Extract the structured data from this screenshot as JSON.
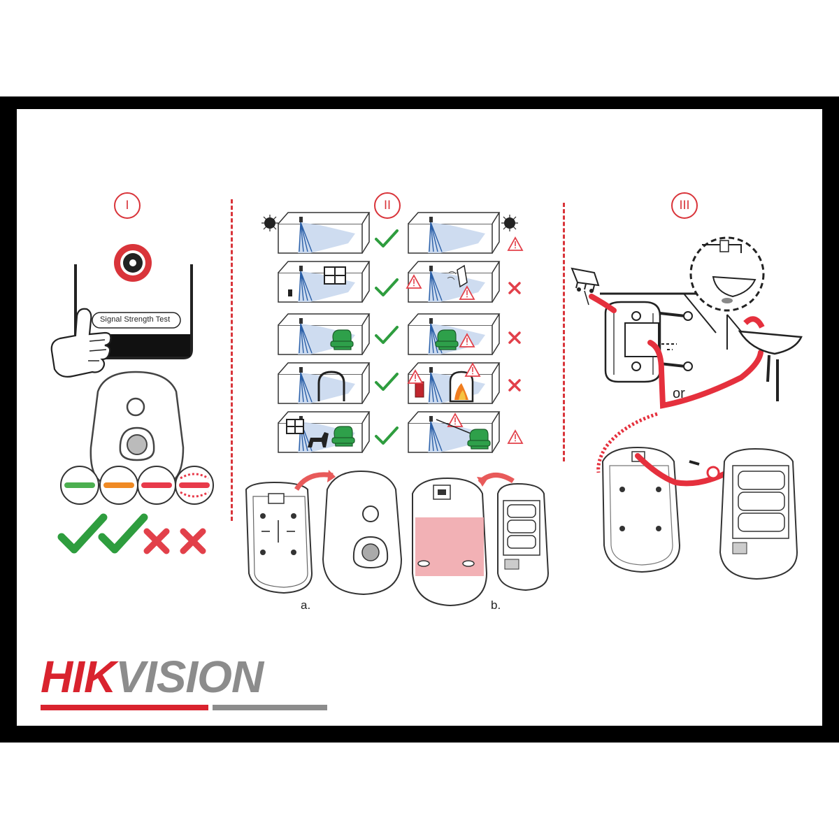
{
  "sections": [
    {
      "number": "I"
    },
    {
      "number": "II"
    },
    {
      "number": "III"
    }
  ],
  "section1": {
    "button_label": "Signal Strength Test",
    "signal_levels": [
      {
        "level": "good",
        "color": "#4caf50",
        "result": "ok"
      },
      {
        "level": "medium",
        "color": "#f08a24",
        "result": "ok"
      },
      {
        "level": "weak",
        "color": "#e83a4a",
        "result": "bad"
      },
      {
        "level": "none",
        "color": "#e83a4a",
        "result": "bad"
      }
    ]
  },
  "section2": {
    "placement_rows": [
      {
        "left": "sunlight",
        "left_result": "ok",
        "right": "sunlight-facing",
        "right_result": "warning"
      },
      {
        "left": "window",
        "left_result": "ok",
        "right": "air-vent",
        "right_result": "bad"
      },
      {
        "left": "furniture",
        "left_result": "ok",
        "right": "furniture-close",
        "right_result": "bad"
      },
      {
        "left": "arch",
        "left_result": "ok",
        "right": "heater-fireplace",
        "right_result": "bad"
      },
      {
        "left": "pet",
        "left_result": "ok",
        "right": "obstruction",
        "right_result": "warning"
      }
    ],
    "label_a": "a.",
    "label_b": "b."
  },
  "section3": {
    "or_label": "or"
  },
  "brand": {
    "name_red": "HIK",
    "name_gray": "VISION",
    "red": "#d9232e",
    "gray": "#8c8c8c"
  },
  "colors": {
    "accent_red": "#d9343a",
    "ok_green": "#2e9d3e",
    "bad_red": "#e2404a",
    "furniture_green": "#2ea04a"
  }
}
